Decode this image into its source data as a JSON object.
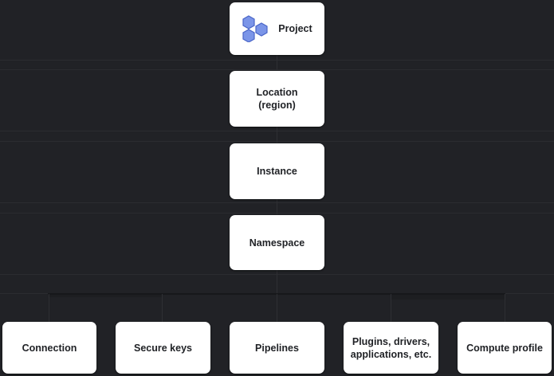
{
  "diagram": {
    "type": "hierarchy-tree",
    "background_color": "#212226",
    "card_color": "#ffffff",
    "text_color": "#1f2125",
    "accent_color": "#5b7ae0",
    "spine": [
      {
        "id": "project",
        "label": "Project",
        "icon": "hexagon-cluster-icon"
      },
      {
        "id": "location",
        "label": "Location\n(region)",
        "icon": ""
      },
      {
        "id": "instance",
        "label": "Instance",
        "icon": ""
      },
      {
        "id": "namespace",
        "label": "Namespace",
        "icon": ""
      }
    ],
    "leaves": [
      {
        "id": "connection",
        "label": "Connection"
      },
      {
        "id": "secure-keys",
        "label": "Secure keys"
      },
      {
        "id": "pipelines",
        "label": "Pipelines"
      },
      {
        "id": "plugins",
        "label": "Plugins, drivers,\napplications, etc."
      },
      {
        "id": "compute-profile",
        "label": "Compute profile"
      }
    ]
  }
}
